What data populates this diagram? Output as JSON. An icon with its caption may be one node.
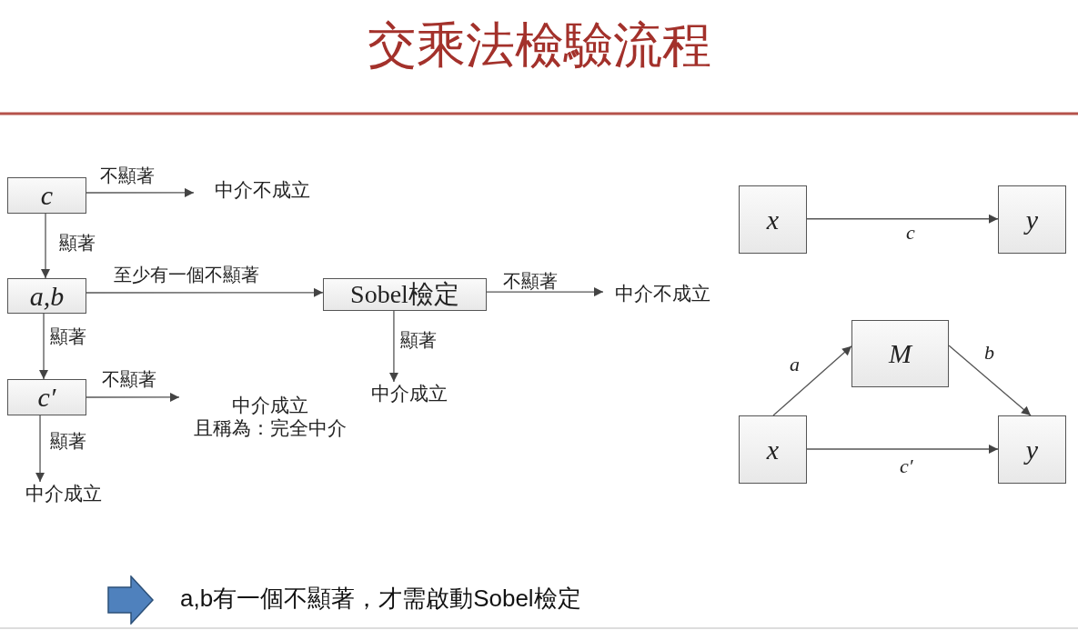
{
  "diagram": {
    "title": "交乘法檢驗流程",
    "nodes": [
      {
        "text": [
          "c"
        ]
      },
      {
        "text": [
          "中介不成立"
        ]
      },
      {
        "text": [
          "a,b"
        ]
      },
      {
        "text": [
          "Sobel檢定"
        ]
      },
      {
        "text": [
          "中介不成立"
        ]
      },
      {
        "text": [
          "中介成立"
        ]
      },
      {
        "text": [
          "c′"
        ]
      },
      {
        "text": [
          "中介成立",
          "且稱為：完全中介"
        ]
      },
      {
        "text": [
          "中介成立"
        ]
      },
      {
        "text": [
          "x"
        ]
      },
      {
        "text": [
          "y"
        ]
      },
      {
        "text": [
          "M"
        ]
      },
      {
        "text": [
          "x"
        ]
      },
      {
        "text": [
          "y"
        ]
      }
    ],
    "edges": [
      {
        "from": 0,
        "to": 1,
        "arrow": "to",
        "label": "不顯著"
      },
      {
        "from": 0,
        "to": 2,
        "arrow": "to",
        "label": "顯著"
      },
      {
        "from": 2,
        "to": 3,
        "arrow": "to",
        "label": "至少有一個不顯著"
      },
      {
        "from": 3,
        "to": 4,
        "arrow": "to",
        "label": "不顯著"
      },
      {
        "from": 3,
        "to": 5,
        "arrow": "to",
        "label": "顯著"
      },
      {
        "from": 2,
        "to": 6,
        "arrow": "to",
        "label": "顯著"
      },
      {
        "from": 6,
        "to": 7,
        "arrow": "to",
        "label": "不顯著"
      },
      {
        "from": 6,
        "to": 8,
        "arrow": "to",
        "label": "顯著"
      },
      {
        "from": 9,
        "to": 10,
        "arrow": "to",
        "label": "c"
      },
      {
        "from": 12,
        "to": 11,
        "arrow": "to",
        "label": "a"
      },
      {
        "from": 11,
        "to": 13,
        "arrow": "to",
        "label": "b"
      },
      {
        "from": 12,
        "to": 13,
        "arrow": "to",
        "label": "c′"
      }
    ],
    "labels": [
      "a,b有一個不顯著，才需啟動Sobel檢定"
    ]
  }
}
